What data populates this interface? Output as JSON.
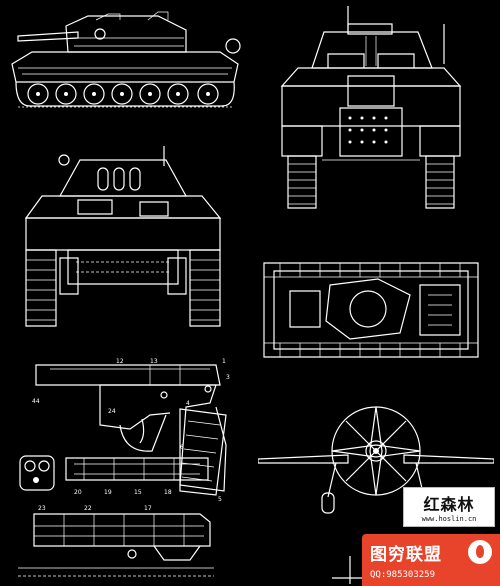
{
  "watermarks": {
    "forest_name": "红森林",
    "forest_url": "www.hoslin.cn",
    "tuqiong_name": "图穷联盟",
    "tuqiong_qq": "QQ:985303259"
  },
  "pistol_labels": [
    "12",
    "13",
    "1",
    "3",
    "44",
    "24",
    "4",
    "6",
    "5",
    "20",
    "19",
    "15",
    "18",
    "23",
    "22",
    "17"
  ],
  "colors": {
    "background": "#000000",
    "ink": "#ffffff",
    "badge_red": "#e8442c"
  }
}
